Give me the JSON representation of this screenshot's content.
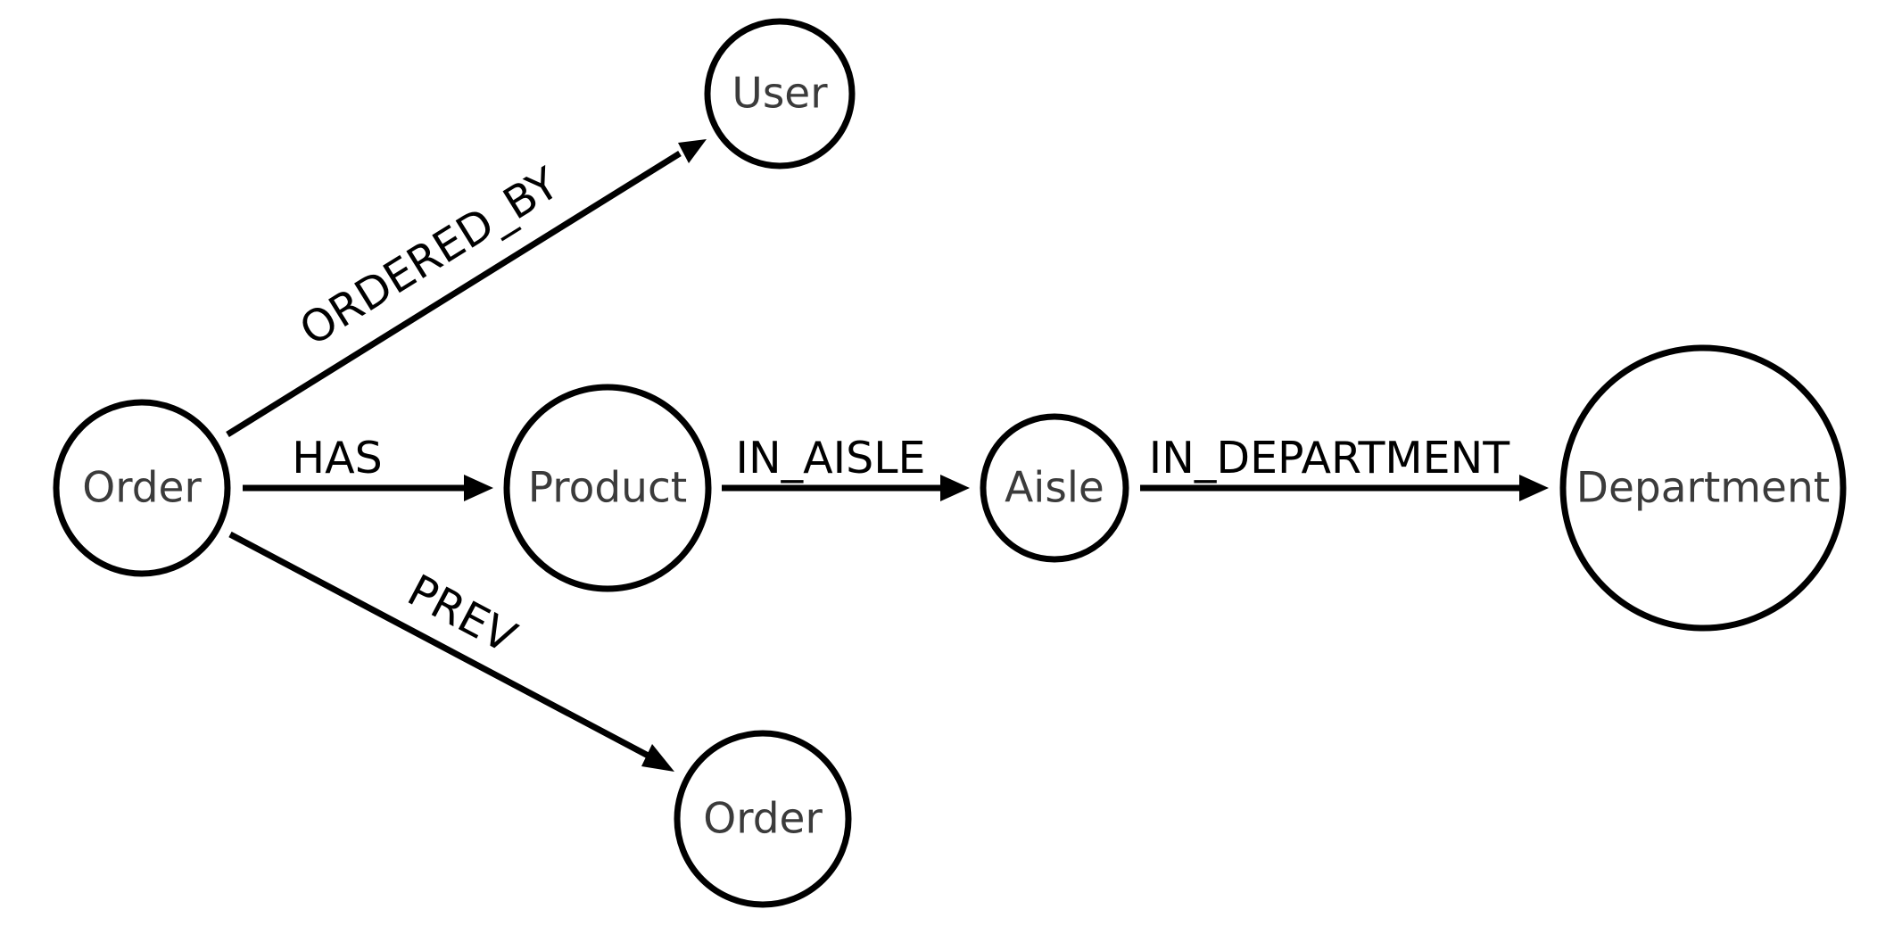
{
  "nodes": {
    "order_main": "Order",
    "user": "User",
    "product": "Product",
    "aisle": "Aisle",
    "department": "Department",
    "order_prev": "Order"
  },
  "edges": {
    "ordered_by": "ORDERED_BY",
    "has": "HAS",
    "in_aisle": "IN_AISLE",
    "in_department": "IN_DEPARTMENT",
    "prev": "PREV"
  },
  "colors": {
    "stroke": "#000000",
    "node_text": "#3b3b3b",
    "background": "#ffffff"
  }
}
